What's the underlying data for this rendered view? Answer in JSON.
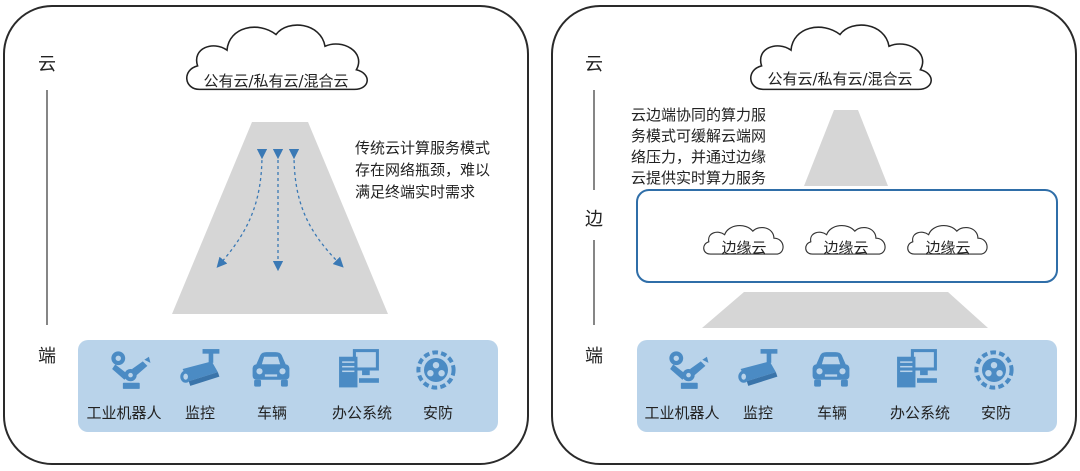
{
  "left_panel": {
    "tier_cloud": "云",
    "tier_end": "端",
    "cloud_label": "公有云/私有云/混合云",
    "note": [
      "传统云计算服务模式",
      "存在网络瓶颈，难以",
      "满足终端实时需求"
    ],
    "devices": [
      {
        "label": "工业机器人",
        "icon": "industrial-robot-icon"
      },
      {
        "label": "监控",
        "icon": "surveillance-camera-icon"
      },
      {
        "label": "车辆",
        "icon": "car-icon"
      },
      {
        "label": "办公系统",
        "icon": "office-computer-icon"
      },
      {
        "label": "安防",
        "icon": "security-gear-icon"
      }
    ]
  },
  "right_panel": {
    "tier_cloud": "云",
    "tier_edge": "边",
    "tier_end": "端",
    "cloud_label": "公有云/私有云/混合云",
    "note": [
      "云边端协同的算力服",
      "务模式可缓解云端网",
      "络压力，并通过边缘",
      "云提供实时算力服务"
    ],
    "edge_clouds": [
      "边缘云",
      "边缘云",
      "边缘云"
    ],
    "devices": [
      {
        "label": "工业机器人",
        "icon": "industrial-robot-icon"
      },
      {
        "label": "监控",
        "icon": "surveillance-camera-icon"
      },
      {
        "label": "车辆",
        "icon": "car-icon"
      },
      {
        "label": "办公系统",
        "icon": "office-computer-icon"
      },
      {
        "label": "安防",
        "icon": "security-gear-icon"
      }
    ]
  },
  "colors": {
    "device_bar": "#b9d3ea",
    "icon_blue": "#4b8bc4",
    "funnel_gray": "#d6d6d6",
    "edge_box_border": "#2f6ea8",
    "arrow_blue": "#3a79b5"
  }
}
